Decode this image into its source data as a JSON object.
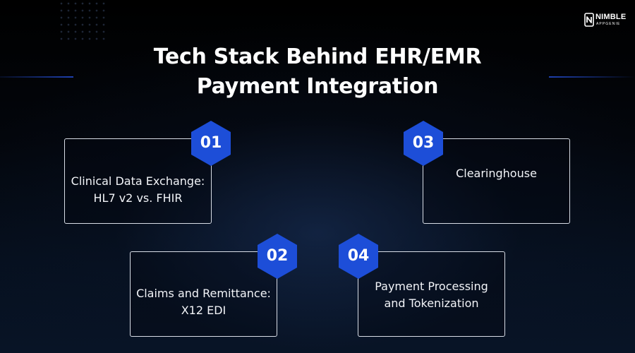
{
  "header": {
    "title_line1": "Tech Stack Behind EHR/EMR",
    "title_line2": "Payment Integration"
  },
  "logo": {
    "name": "NIMBLE",
    "tagline": "APPGENIE"
  },
  "colors": {
    "accent": "#1d4ed8",
    "background": "#03060c",
    "card_border": "#d8dde6",
    "text": "#ffffff"
  },
  "steps": [
    {
      "number": "01",
      "label": "Clinical Data Exchange: HL7 v2 vs. FHIR"
    },
    {
      "number": "02",
      "label": "Claims and Remittance: X12 EDI"
    },
    {
      "number": "03",
      "label": "Clearinghouse"
    },
    {
      "number": "04",
      "label": "Payment Processing and Tokenization"
    }
  ]
}
